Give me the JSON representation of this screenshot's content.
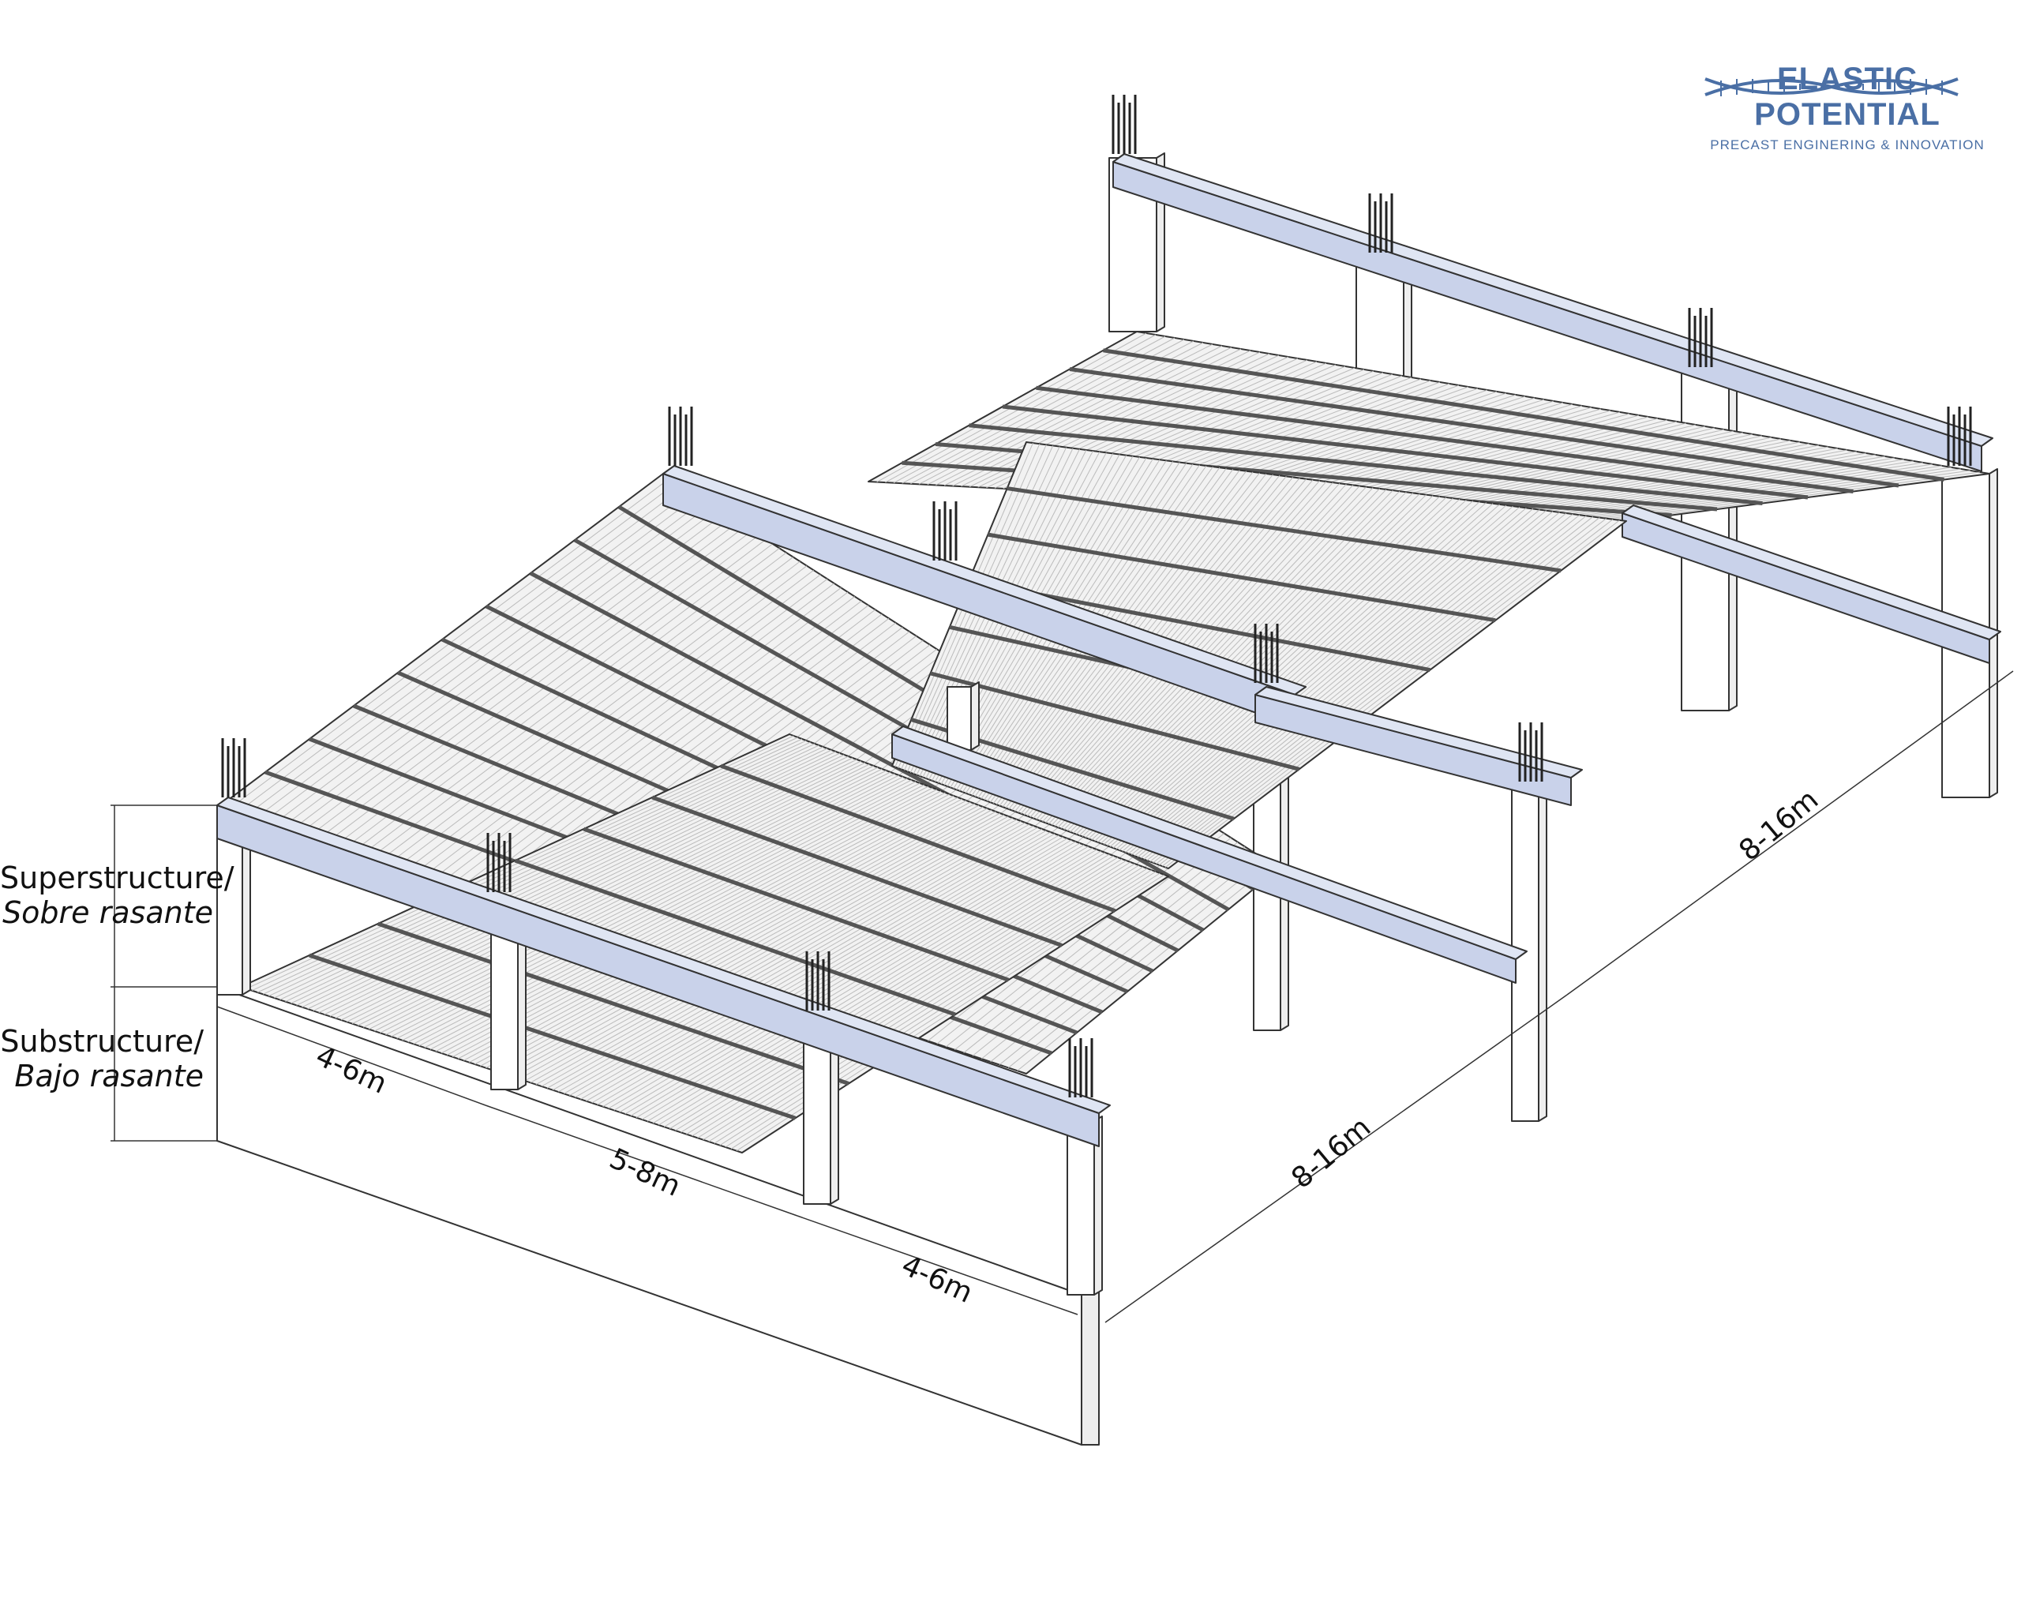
{
  "brand": {
    "name": "ELASTIC POTENTIAL",
    "tagline": "PRECAST ENGINERING & INNOVATION",
    "color": "#4a6fa5",
    "logo_icon": "precast-bridge-wave-logo"
  },
  "levels": {
    "superstructure": "Superstructure/",
    "superstructure_es": "Sobre rasante",
    "substructure": "Substructure/",
    "substructure_es": "Bajo rasante"
  },
  "dimensions": {
    "bay_left": "4-6m",
    "bay_middle": "5-8m",
    "bay_right": "4-6m",
    "span_front": "8-16m",
    "span_back": "8-16m"
  },
  "colors": {
    "beam_fill": "#c9d2ea",
    "line": "#333333",
    "slab": "#f2f2f2",
    "rib": "#555555"
  }
}
